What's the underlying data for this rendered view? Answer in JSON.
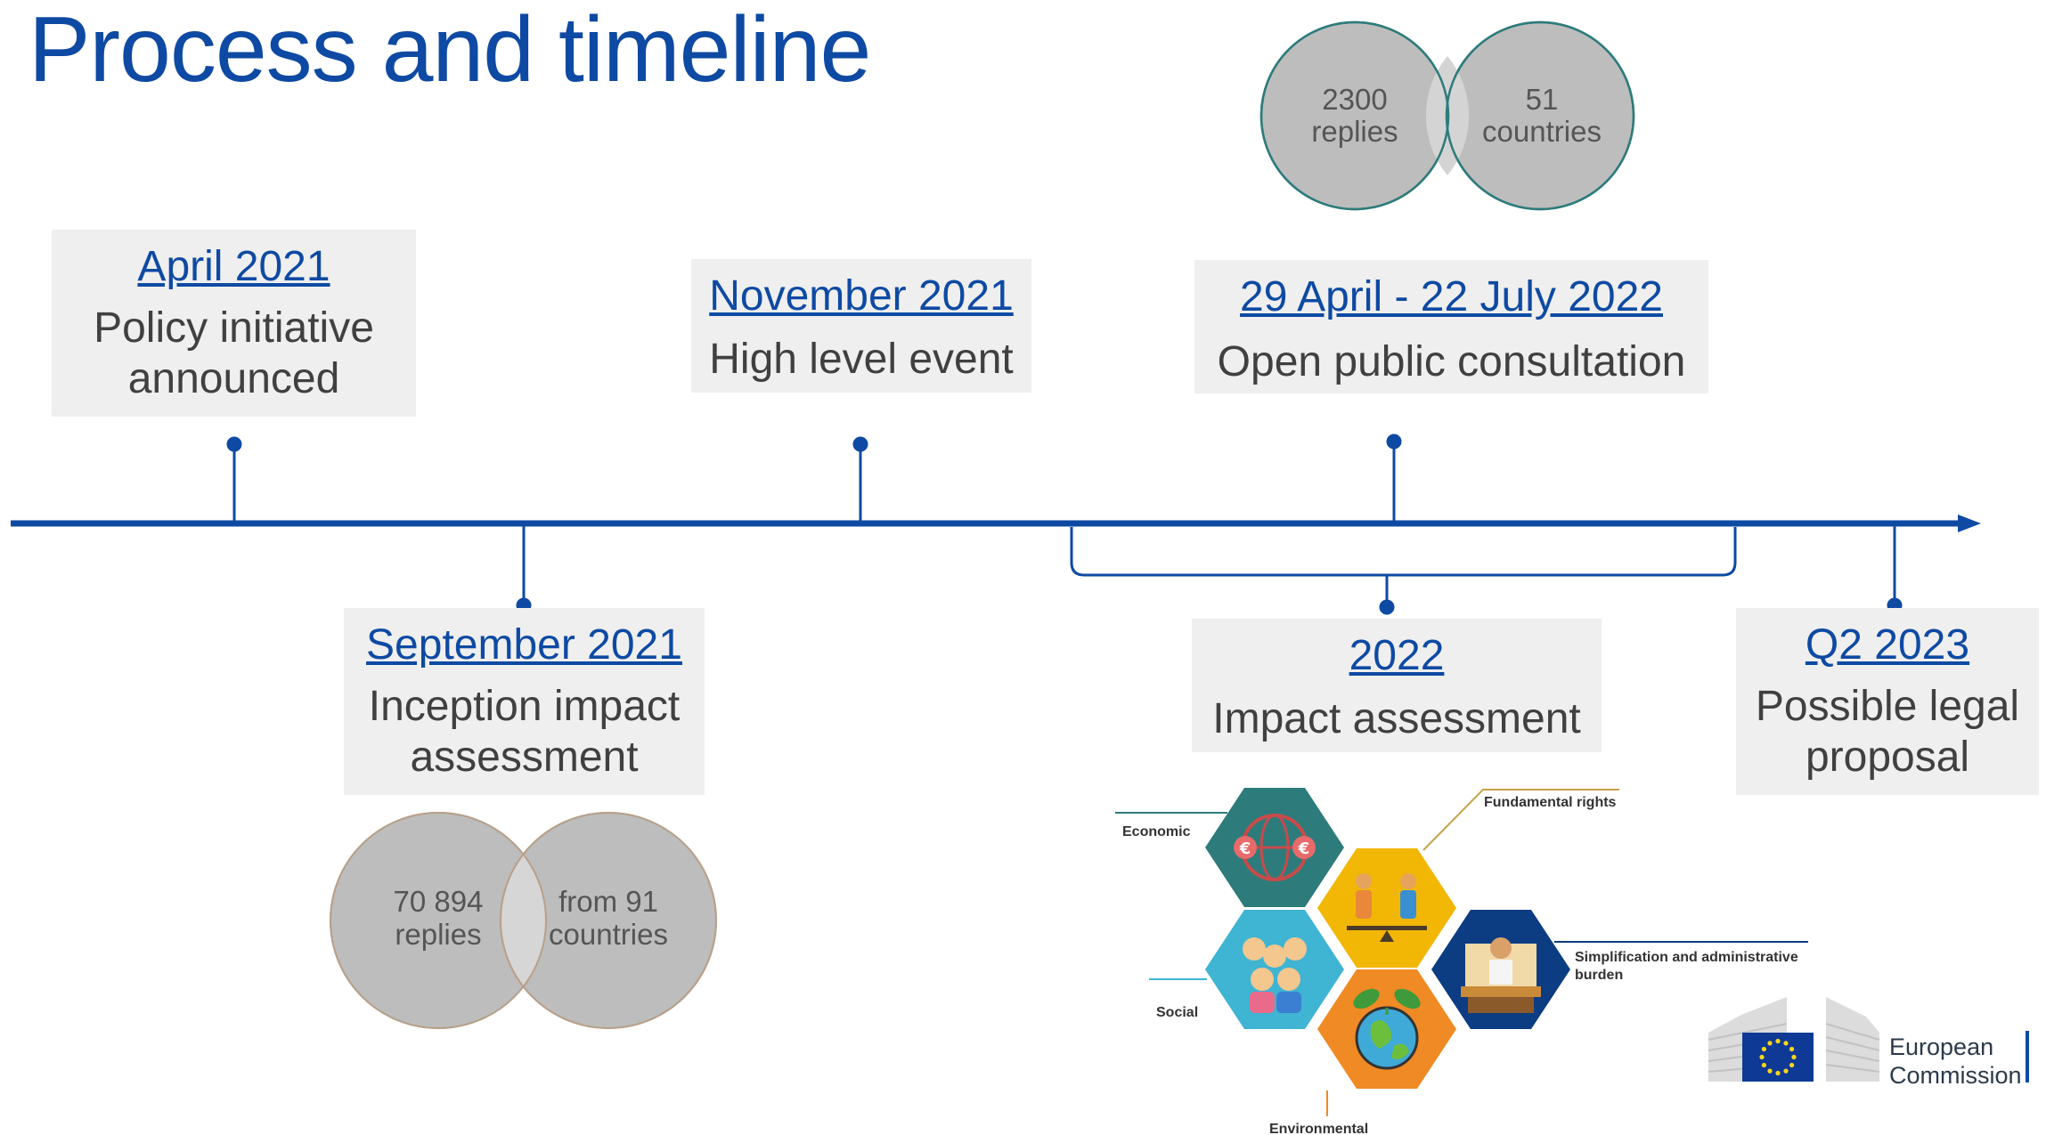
{
  "title": "Process and timeline",
  "events": [
    {
      "id": "april2021",
      "date": "April 2021",
      "desc_lines": [
        "Policy initiative",
        "announced"
      ]
    },
    {
      "id": "sept2021",
      "date": "September 2021",
      "desc_lines": [
        "Inception impact",
        "assessment"
      ]
    },
    {
      "id": "nov2021",
      "date": "November 2021",
      "desc_lines": [
        "High level event"
      ]
    },
    {
      "id": "consult2022",
      "date": "29 April - 22 July 2022",
      "desc_lines": [
        "Open public consultation"
      ]
    },
    {
      "id": "ia2022",
      "date": "2022",
      "desc_lines": [
        "Impact assessment"
      ]
    },
    {
      "id": "q22023",
      "date": "Q2 2023",
      "desc_lines": [
        "Possible legal",
        "proposal"
      ]
    }
  ],
  "venn_inception": {
    "left_lines": [
      "70 894",
      "replies"
    ],
    "right_lines": [
      "from 91",
      "countries"
    ]
  },
  "venn_consultation": {
    "left_lines": [
      "2300",
      "replies"
    ],
    "right_lines": [
      "51",
      "countries"
    ]
  },
  "impact_areas": {
    "economic": "Economic",
    "fundamental": "Fundamental rights",
    "social": "Social",
    "simplification_lines": [
      "Simplification and administrative",
      "burden"
    ],
    "environmental": "Environmental"
  },
  "logo": {
    "lines": [
      "European",
      "Commission"
    ]
  },
  "colors": {
    "timeline": "#0e4aa3",
    "title": "#0e4aa3",
    "box_bg": "#efefef",
    "venn_fill": "#bdbdbd",
    "hex_economic": "#2e7b7b",
    "hex_fundamental": "#f2b705",
    "hex_social": "#3fb4d3",
    "hex_simplification": "#0c3c82",
    "hex_environmental": "#f08a24"
  }
}
